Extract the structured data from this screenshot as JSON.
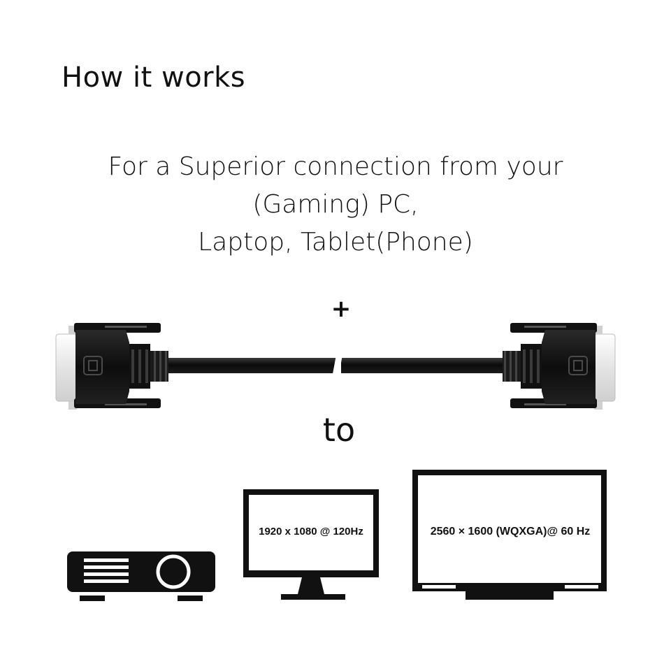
{
  "heading": "How it works",
  "tagline": {
    "line1": "For a Superior connection from your",
    "line2": "(Gaming) PC,",
    "line3": "Laptop, Tablet(Phone)"
  },
  "plus": "+",
  "to": "to",
  "devices": {
    "projector": {
      "icon": "projector-icon"
    },
    "monitor": {
      "icon": "monitor-icon",
      "resolution": "1920 x 1080 @ 120Hz"
    },
    "tv": {
      "icon": "tv-icon",
      "resolution": "2560 × 1600 (WQXGA)@ 60 Hz"
    }
  },
  "cable": {
    "icon": "dvi-cable-icon"
  },
  "colors": {
    "connector": "#111111",
    "metal": "#e8e8e8",
    "text": "#111111"
  }
}
